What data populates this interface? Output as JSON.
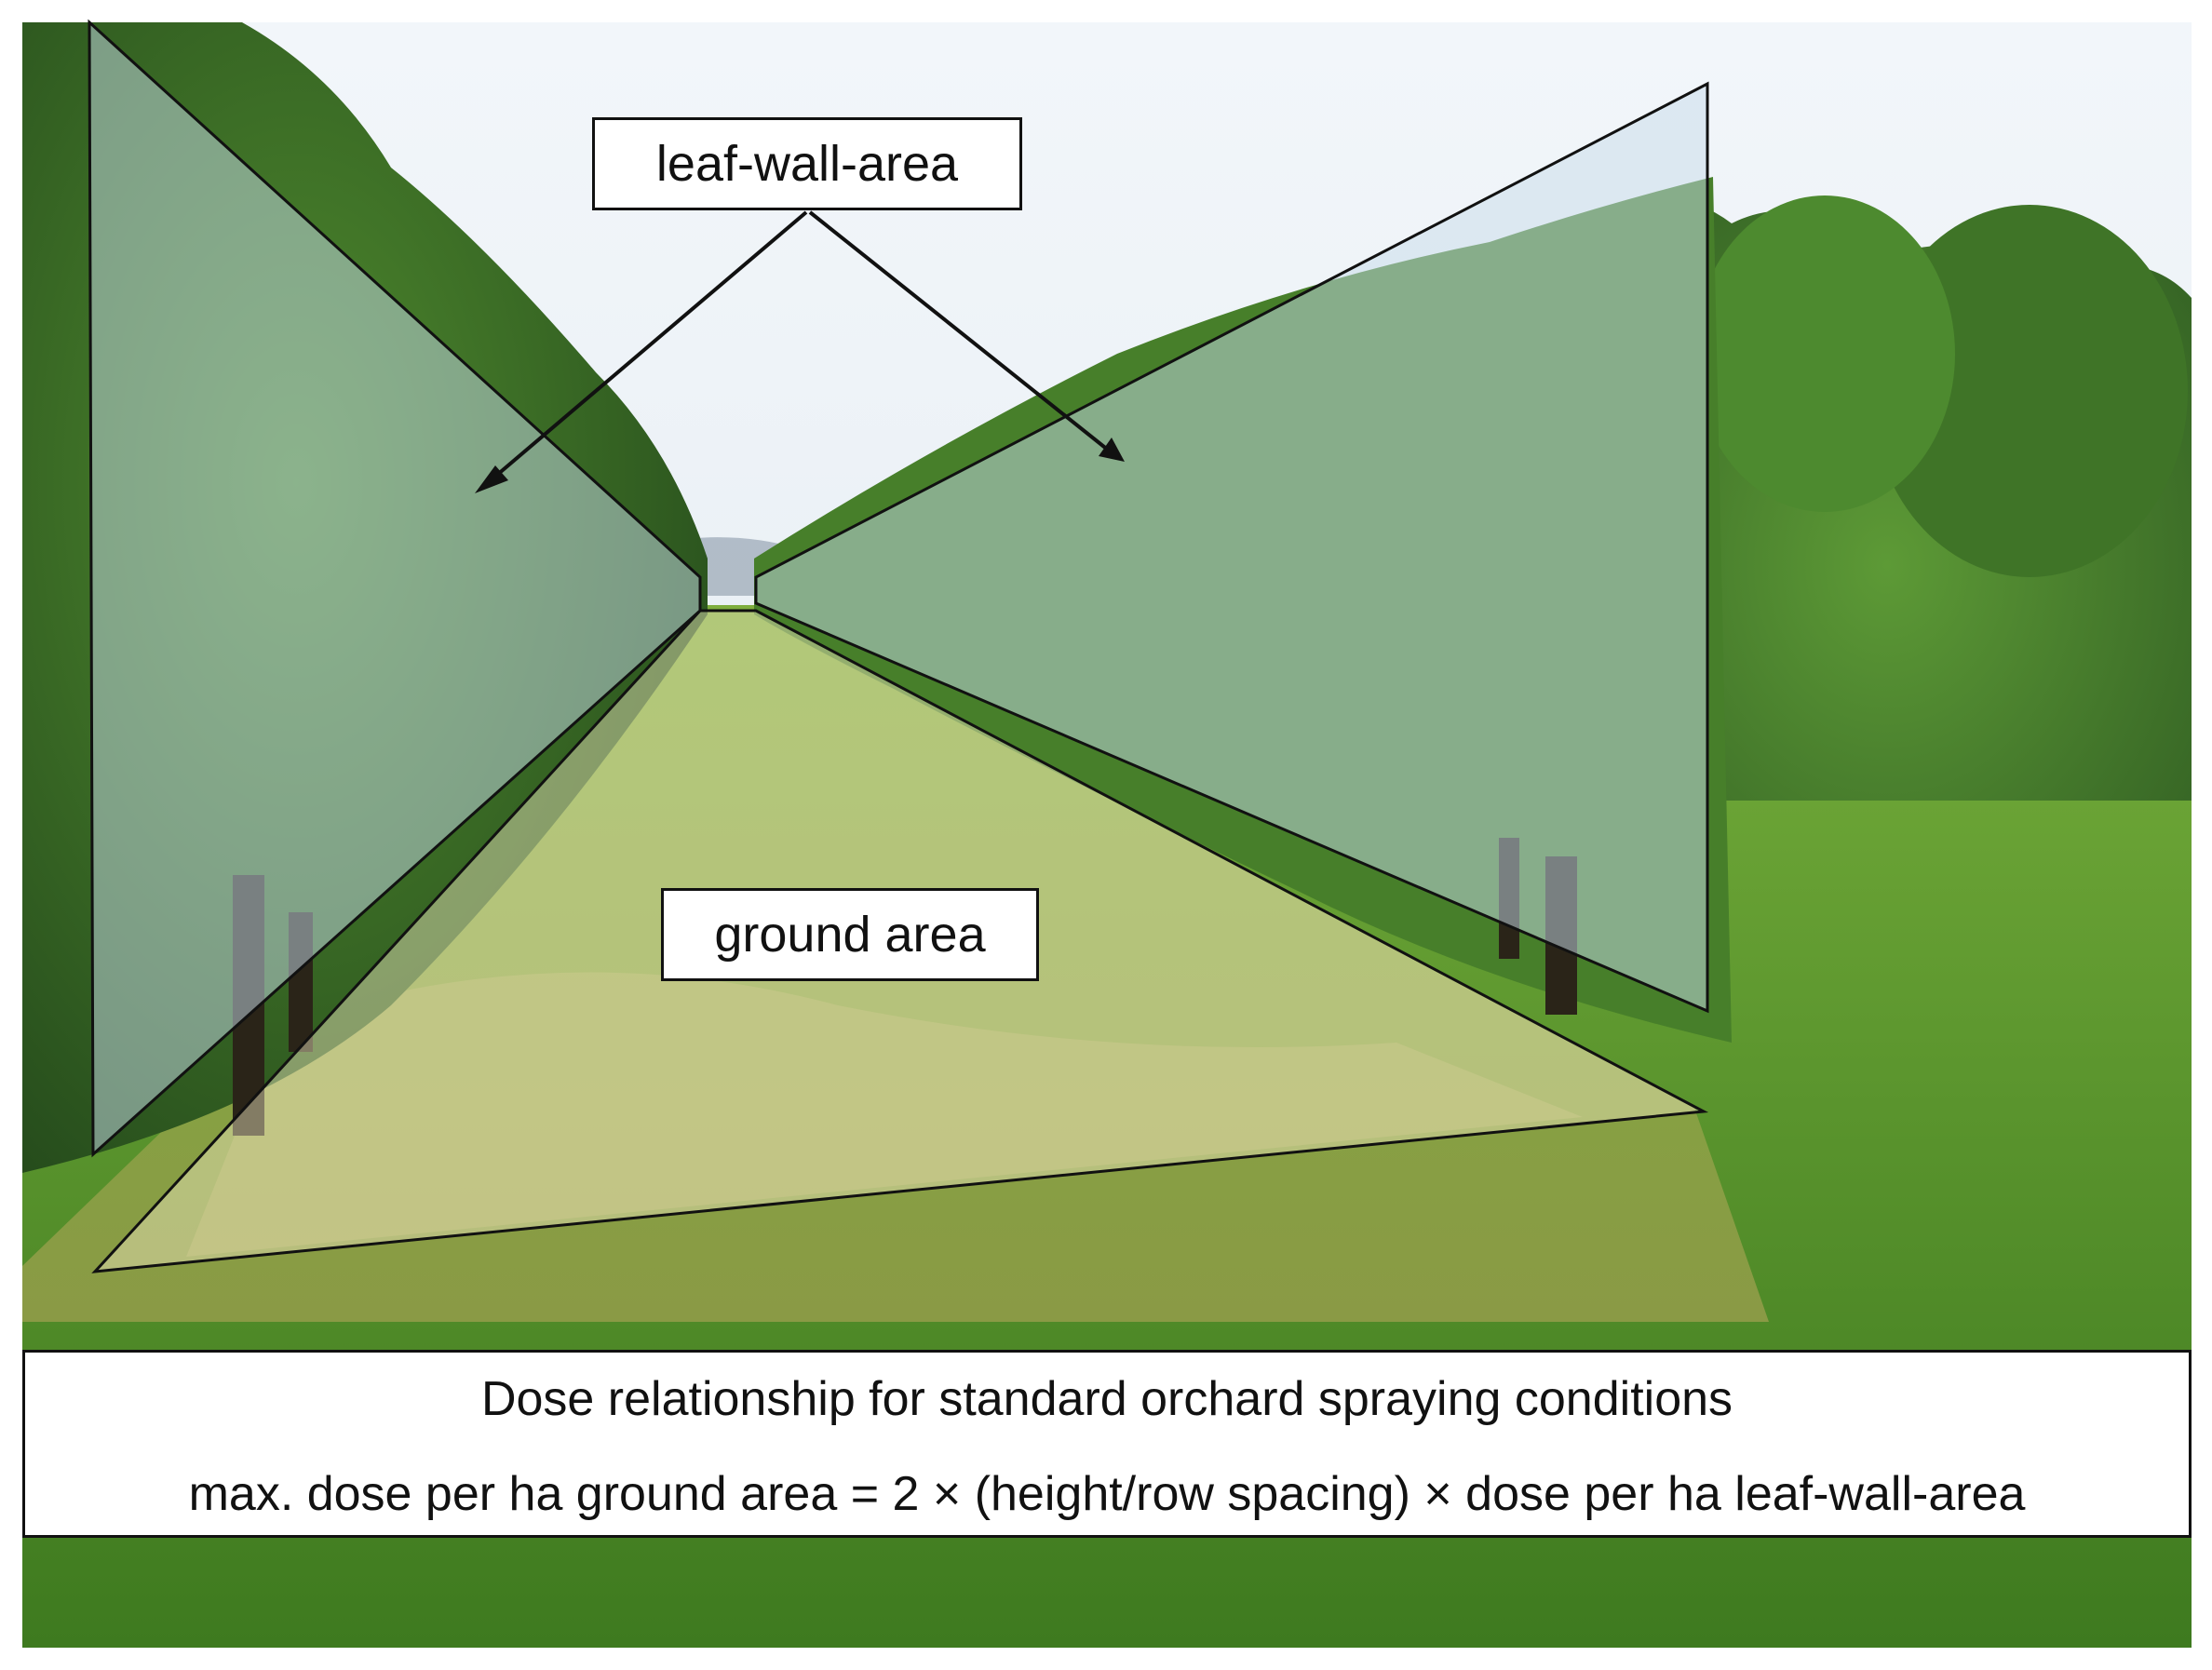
{
  "labels": {
    "leaf_wall_area": "leaf-wall-area",
    "ground_area": "ground area"
  },
  "caption": {
    "title": "Dose relationship for standard orchard spraying conditions",
    "formula": "max. dose per ha ground area = 2 × (height/row spacing) × dose per ha leaf-wall-area"
  },
  "colors": {
    "sky": "#e6eef4",
    "foliage_dark": "#2f5a1f",
    "foliage_mid": "#4f8a2e",
    "grass": "#5a9a2c",
    "overlay_leaf_wall": "#c8dcea",
    "overlay_ground": "#e8e4b8",
    "outline": "#111111"
  }
}
